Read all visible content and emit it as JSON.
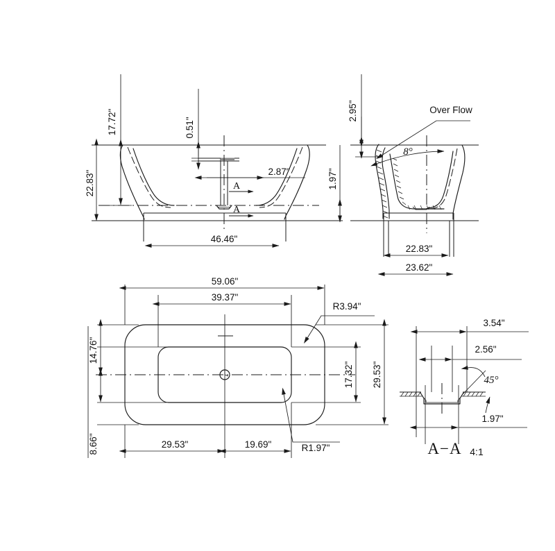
{
  "document": {
    "type": "engineering-drawing",
    "subject": "Freestanding rectangular bathtub",
    "units": "inches",
    "projection_views": [
      "front-elevation",
      "side-elevation",
      "plan",
      "section-detail"
    ]
  },
  "front_view": {
    "name": "front-elevation",
    "dimensions": {
      "overall_height": "22.83\"",
      "interior_depth": "17.72\"",
      "drain_stem_height": "0.51\"",
      "drain_offset": "2.87\"",
      "base_height": "1.97\"",
      "base_width": "46.46\""
    },
    "section_markers": {
      "top": "A",
      "bottom": "A"
    }
  },
  "side_view": {
    "name": "side-elevation",
    "dimensions": {
      "overflow_height": "2.95\"",
      "wall_angle": "8°",
      "inner_width": "22.83\"",
      "outer_width": "23.62\""
    },
    "annotations": {
      "overflow_label": "Over Flow"
    }
  },
  "plan_view": {
    "name": "plan-view",
    "dimensions": {
      "overall_length": "59.06\"",
      "inner_length": "39.37\"",
      "outer_corner_radius": "R3.94\"",
      "inner_corner_radius": "R1.97\"",
      "inner_width": "17.32\"",
      "overall_width": "29.53\"",
      "top_offset": "14.76\"",
      "bottom_offset": "8.66\"",
      "drain_from_left": "29.53\"",
      "drain_to_right": "19.69\""
    }
  },
  "section_detail": {
    "name": "section-a-a",
    "title": "A−A",
    "scale": "4:1",
    "dimensions": {
      "outer_flange": "3.54\"",
      "upper_bore": "2.56\"",
      "chamfer_angle": "45°",
      "lower_bore": "1.97\""
    }
  },
  "style": {
    "line_color": "#1a1a1a",
    "background": "#ffffff",
    "text_color": "#111111"
  }
}
